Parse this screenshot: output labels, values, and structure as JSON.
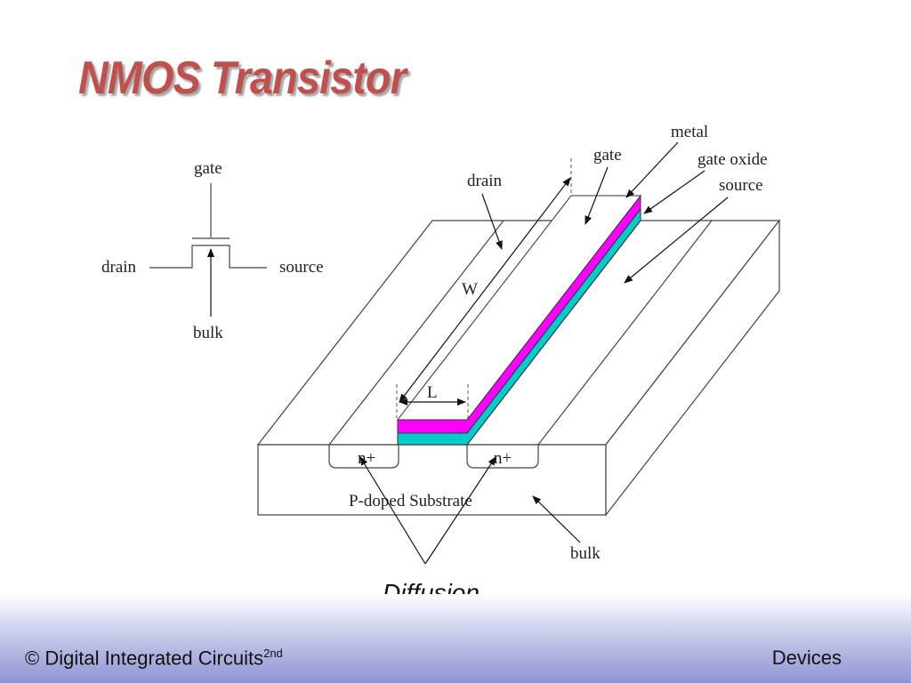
{
  "slide": {
    "title": "NMOS Transistor",
    "title_color": "#c0504d"
  },
  "symbol": {
    "gate": "gate",
    "drain": "drain",
    "source": "source",
    "bulk": "bulk"
  },
  "structure": {
    "metal": "metal",
    "gate": "gate",
    "gate_oxide": "gate oxide",
    "source": "source",
    "drain": "drain",
    "width": "W",
    "length": "L",
    "n_plus_left": "n+",
    "n_plus_right": "n+",
    "substrate": "P-doped Substrate",
    "bulk": "bulk",
    "diffusion": "Diffusion"
  },
  "colors": {
    "metal": "#ff00ff",
    "oxide": "#00cccc"
  },
  "footer": {
    "left_text": "© Digital Integrated Circuits",
    "left_sup": "2nd",
    "right_text": "Devices"
  }
}
